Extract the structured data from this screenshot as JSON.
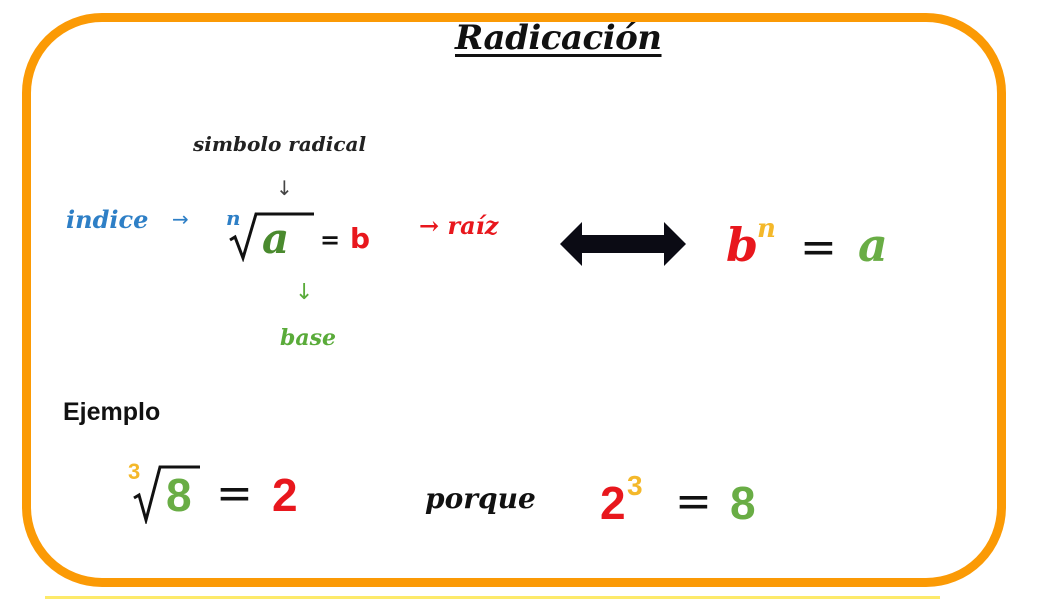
{
  "title": "Radicación",
  "diagram": {
    "label_radical_symbol": "simbolo radical",
    "arrow_down": "↓",
    "label_index": "indice",
    "arrow_right": "→",
    "index_symbol": "n",
    "radicand": "a",
    "equals": "=",
    "result": "b",
    "label_root": "→ raíz",
    "label_base": "base"
  },
  "equivalence": {
    "base": "b",
    "exponent": "n",
    "equals": "=",
    "value": "a"
  },
  "example": {
    "heading": "Ejemplo",
    "index": "3",
    "radicand": "8",
    "equals": "=",
    "result": "2",
    "connector": "porque",
    "power_base": "2",
    "power_exponent": "3",
    "power_equals": "=",
    "power_result": "8"
  },
  "colors": {
    "frame": "#fb9a05",
    "index_blue": "#2e7fc6",
    "root_red": "#e8171d",
    "base_green": "#5aab3a",
    "exponent_yellow": "#f4b82a"
  }
}
